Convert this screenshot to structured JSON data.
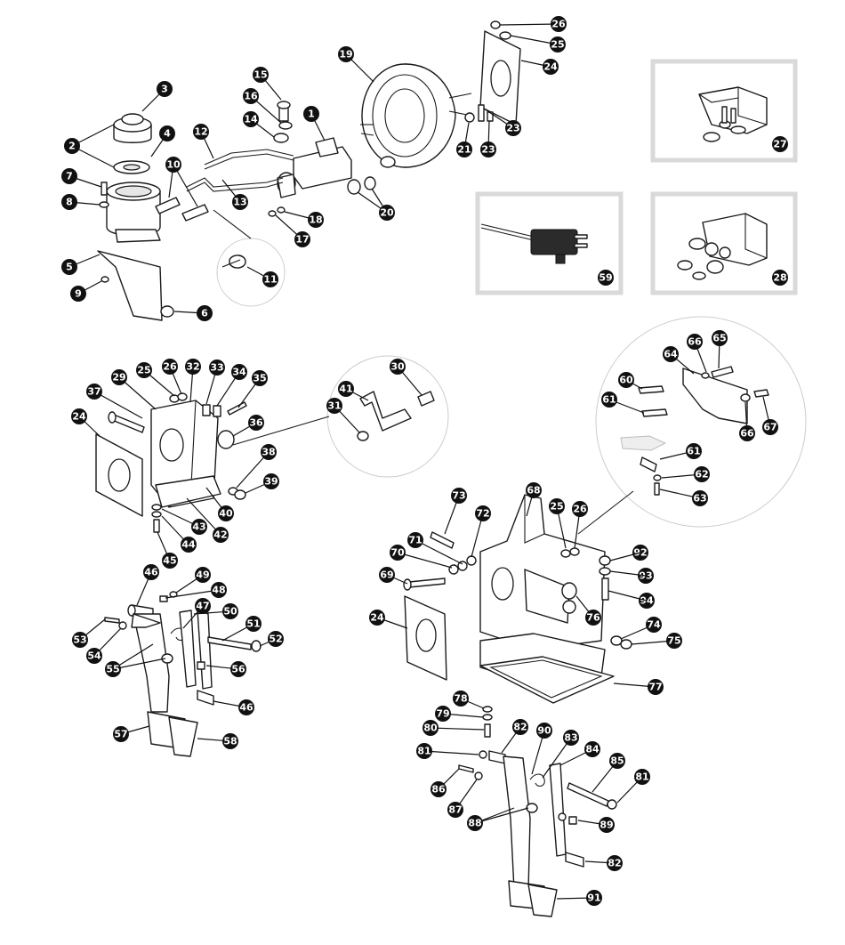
{
  "callouts": {
    "n1": "1",
    "n2": "2",
    "n3": "3",
    "n4": "4",
    "n5": "5",
    "n6": "6",
    "n7": "7",
    "n8": "8",
    "n9": "9",
    "n10": "10",
    "n11": "11",
    "n12": "12",
    "n13": "13",
    "n14": "14",
    "n15": "15",
    "n16": "16",
    "n17": "17",
    "n18": "18",
    "n19": "19",
    "n20": "20",
    "n21": "21",
    "n23a": "23",
    "n23b": "23",
    "n24a": "24",
    "n25a": "25",
    "n26a": "26",
    "n27": "27",
    "n28": "28",
    "n59": "59",
    "n24b": "24",
    "n25b": "25",
    "n26b": "26",
    "n29": "29",
    "n30": "30",
    "n31": "31",
    "n32": "32",
    "n33": "33",
    "n34": "34",
    "n35": "35",
    "n36": "36",
    "n37": "37",
    "n38": "38",
    "n39": "39",
    "n40": "40",
    "n41": "41",
    "n42": "42",
    "n43": "43",
    "n44": "44",
    "n45": "45",
    "n46a": "46",
    "n46b": "46",
    "n47": "47",
    "n48": "48",
    "n49": "49",
    "n50": "50",
    "n51": "51",
    "n52": "52",
    "n53": "53",
    "n54": "54",
    "n55": "55",
    "n56": "56",
    "n57": "57",
    "n58": "58",
    "n60": "60",
    "n61a": "61",
    "n61b": "61",
    "n62": "62",
    "n63": "63",
    "n64": "64",
    "n65": "65",
    "n66a": "66",
    "n66b": "66",
    "n67": "67",
    "n24c": "24",
    "n25c": "25",
    "n26c": "26",
    "n68": "68",
    "n69": "69",
    "n70": "70",
    "n71": "71",
    "n72": "72",
    "n73": "73",
    "n74": "74",
    "n75": "75",
    "n76": "76",
    "n77": "77",
    "n78": "78",
    "n79": "79",
    "n80": "80",
    "n81a": "81",
    "n81b": "81",
    "n82a": "82",
    "n82b": "82",
    "n83": "83",
    "n84": "84",
    "n85": "85",
    "n86": "86",
    "n87": "87",
    "n88": "88",
    "n89": "89",
    "n90": "90",
    "n91": "91",
    "n92": "92",
    "n93": "93",
    "n94": "94"
  },
  "colors": {
    "callout_fill": "#111111",
    "callout_text": "#ffffff",
    "inset_frame": "#d9d9d9",
    "line": "#1a1a1a"
  }
}
